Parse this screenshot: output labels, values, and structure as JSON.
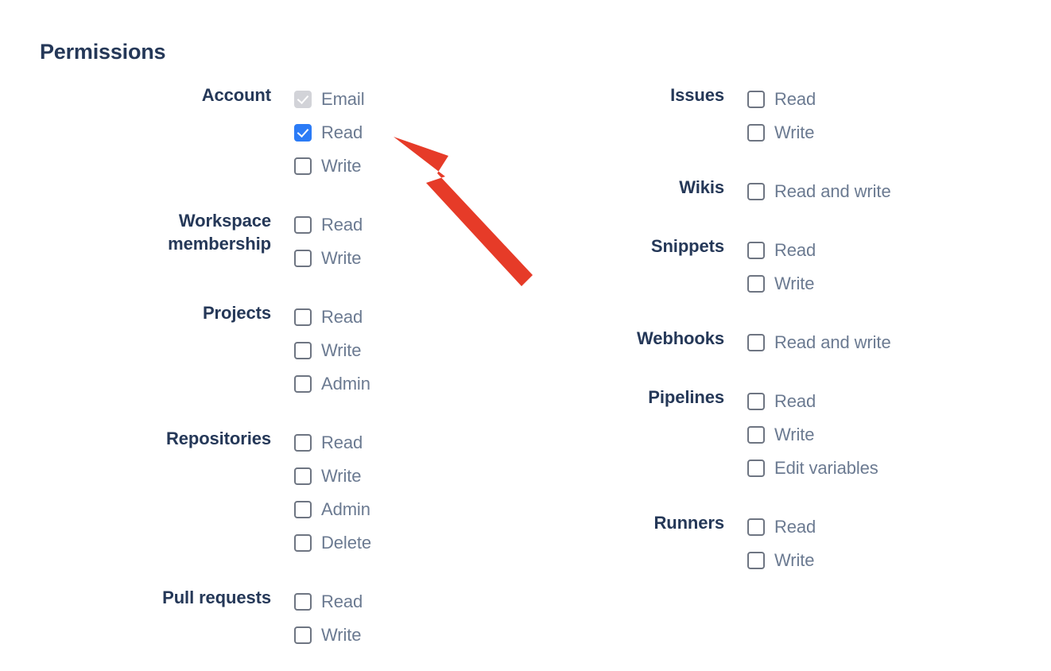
{
  "page": {
    "title": "Permissions",
    "heading_color": "#253858",
    "label_color": "#6b7a91",
    "checked_color": "#2b7bf6",
    "disabled_color": "#d2d3d8",
    "arrow_color": "#e63b28"
  },
  "annotation": {
    "arrow_name": "red-pointer-arrow",
    "points_at": "Account Read checkbox"
  },
  "columns": {
    "left": [
      {
        "label": "Account",
        "options": [
          {
            "label": "Email",
            "state": "disabled-checked"
          },
          {
            "label": "Read",
            "state": "checked"
          },
          {
            "label": "Write",
            "state": "unchecked"
          }
        ]
      },
      {
        "label": "Workspace\nmembership",
        "options": [
          {
            "label": "Read",
            "state": "unchecked"
          },
          {
            "label": "Write",
            "state": "unchecked"
          }
        ]
      },
      {
        "label": "Projects",
        "options": [
          {
            "label": "Read",
            "state": "unchecked"
          },
          {
            "label": "Write",
            "state": "unchecked"
          },
          {
            "label": "Admin",
            "state": "unchecked"
          }
        ]
      },
      {
        "label": "Repositories",
        "options": [
          {
            "label": "Read",
            "state": "unchecked"
          },
          {
            "label": "Write",
            "state": "unchecked"
          },
          {
            "label": "Admin",
            "state": "unchecked"
          },
          {
            "label": "Delete",
            "state": "unchecked"
          }
        ]
      },
      {
        "label": "Pull requests",
        "options": [
          {
            "label": "Read",
            "state": "unchecked"
          },
          {
            "label": "Write",
            "state": "unchecked"
          }
        ]
      }
    ],
    "right": [
      {
        "label": "Issues",
        "options": [
          {
            "label": "Read",
            "state": "unchecked"
          },
          {
            "label": "Write",
            "state": "unchecked"
          }
        ]
      },
      {
        "label": "Wikis",
        "options": [
          {
            "label": "Read and write",
            "state": "unchecked"
          }
        ]
      },
      {
        "label": "Snippets",
        "options": [
          {
            "label": "Read",
            "state": "unchecked"
          },
          {
            "label": "Write",
            "state": "unchecked"
          }
        ]
      },
      {
        "label": "Webhooks",
        "options": [
          {
            "label": "Read and write",
            "state": "unchecked"
          }
        ]
      },
      {
        "label": "Pipelines",
        "options": [
          {
            "label": "Read",
            "state": "unchecked"
          },
          {
            "label": "Write",
            "state": "unchecked"
          },
          {
            "label": "Edit variables",
            "state": "unchecked"
          }
        ]
      },
      {
        "label": "Runners",
        "options": [
          {
            "label": "Read",
            "state": "unchecked"
          },
          {
            "label": "Write",
            "state": "unchecked"
          }
        ]
      }
    ]
  }
}
